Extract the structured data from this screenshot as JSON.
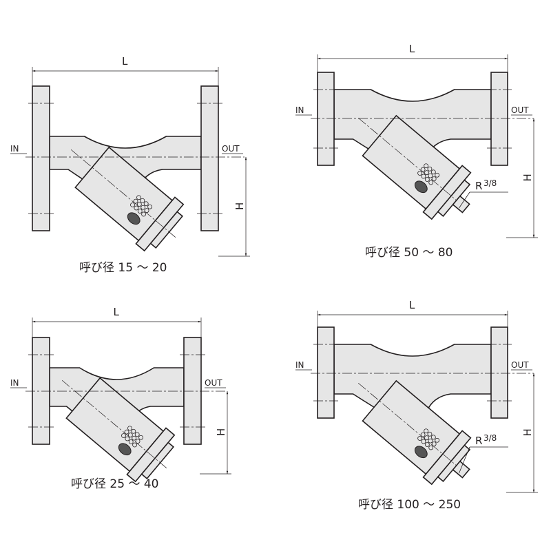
{
  "labels": {
    "length": "L",
    "height": "H",
    "inlet": "IN",
    "outlet": "OUT",
    "thread": "R",
    "thread_size": "3/8"
  },
  "diagrams": [
    {
      "caption": "呼び径 15 ～ 20",
      "has_plug": false
    },
    {
      "caption": "呼び径 50 ～ 80",
      "has_plug": true
    },
    {
      "caption": "呼び径 25 ～ 40",
      "has_plug": false
    },
    {
      "caption": "呼び径 100 ～ 250",
      "has_plug": true
    }
  ],
  "colors": {
    "line": "#231f20",
    "fill": "#e6e6e6",
    "mesh": "#555555"
  }
}
